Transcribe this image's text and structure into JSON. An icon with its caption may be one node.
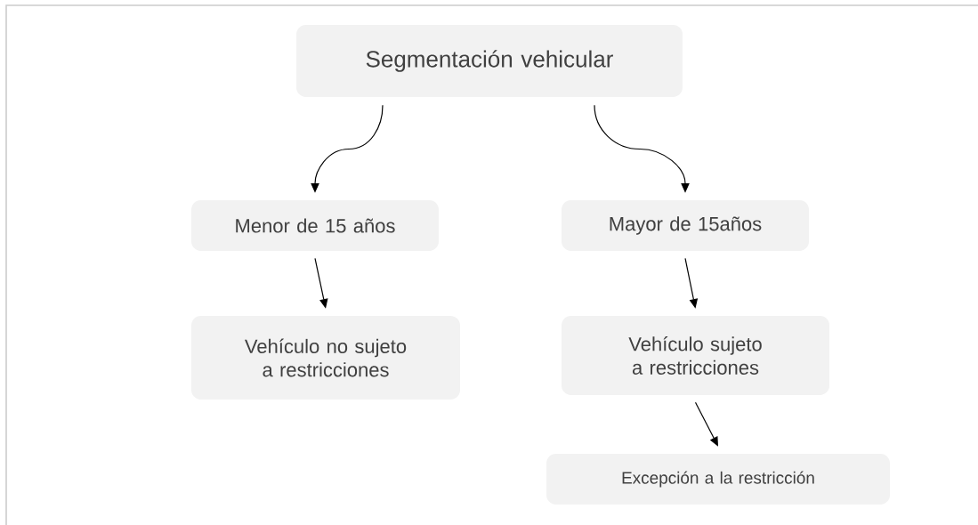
{
  "diagram": {
    "nodes": [
      {
        "text": [
          "Segmentación vehicular"
        ]
      },
      {
        "text": [
          "Menor de 15 años"
        ]
      },
      {
        "text": [
          "Vehículo no sujeto a restricciones"
        ]
      },
      {
        "text": [
          "Mayor de 15años"
        ]
      },
      {
        "text": [
          "Vehículo sujeto a restricciones"
        ]
      },
      {
        "text": [
          "Excepción a la restricción"
        ]
      }
    ],
    "edges": [
      {
        "from": 0,
        "to": 1,
        "arrow": "to"
      },
      {
        "from": 0,
        "to": 3,
        "arrow": "to"
      },
      {
        "from": 1,
        "to": 2,
        "arrow": "to"
      },
      {
        "from": 3,
        "to": 4,
        "arrow": "to"
      },
      {
        "from": 4,
        "to": 5,
        "arrow": "to"
      }
    ]
  }
}
